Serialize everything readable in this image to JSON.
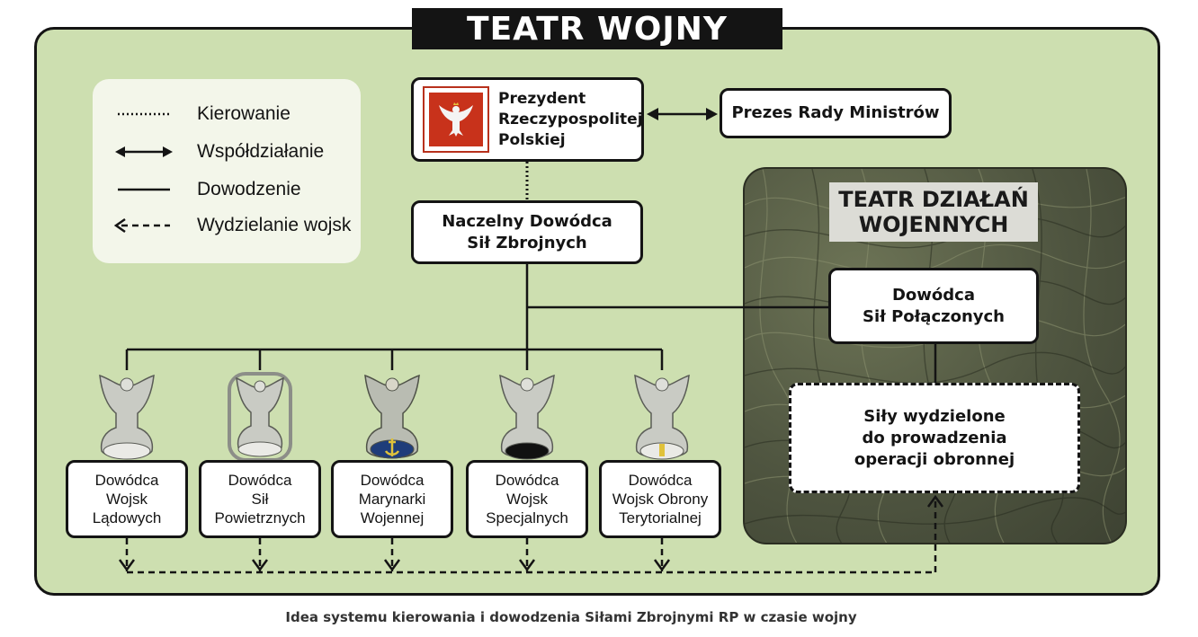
{
  "title": "TEATR WOJNY",
  "legend": {
    "items": [
      {
        "label": "Kierowanie"
      },
      {
        "label": "Współdziałanie"
      },
      {
        "label": "Dowodzenie"
      },
      {
        "label": "Wydzielanie wojsk"
      }
    ]
  },
  "nodes": {
    "president": {
      "line1": "Prezydent",
      "line2": "Rzeczypospolitej",
      "line3": "Polskiej"
    },
    "premier": {
      "label": "Prezes Rady Ministrów"
    },
    "naczelny": {
      "line1": "Naczelny Dowódca",
      "line2": "Sił Zbrojnych"
    },
    "theater": {
      "line1": "TEATR DZIAŁAŃ",
      "line2": "WOJENNYCH"
    },
    "joint": {
      "line1": "Dowódca",
      "line2": "Sił Połączonych"
    },
    "allocated": {
      "line1": "Siły wydzielone",
      "line2": "do prowadzenia",
      "line3": "operacji obronnej"
    }
  },
  "commanders": [
    {
      "line1": "Dowódca",
      "line2": "Wojsk",
      "line3": "Lądowych"
    },
    {
      "line1": "Dowódca",
      "line2": "Sił",
      "line3": "Powietrznych"
    },
    {
      "line1": "Dowódca",
      "line2": "Marynarki",
      "line3": "Wojennej"
    },
    {
      "line1": "Dowódca",
      "line2": "Wojsk",
      "line3": "Specjalnych"
    },
    {
      "line1": "Dowódca",
      "line2": "Wojsk Obrony",
      "line3": "Terytorialnej"
    }
  ],
  "caption": "Idea systemu kierowania i dowodzenia Siłami Zbrojnymi RP w czasie wojny",
  "colors": {
    "panel": "#cddfb0",
    "banner": "#141414",
    "theater_bg": "#4f5540",
    "emblem_red": "#c8321b"
  },
  "icons": [
    "polish-eagle-emblem-icon",
    "military-eagle-badge-icon"
  ]
}
